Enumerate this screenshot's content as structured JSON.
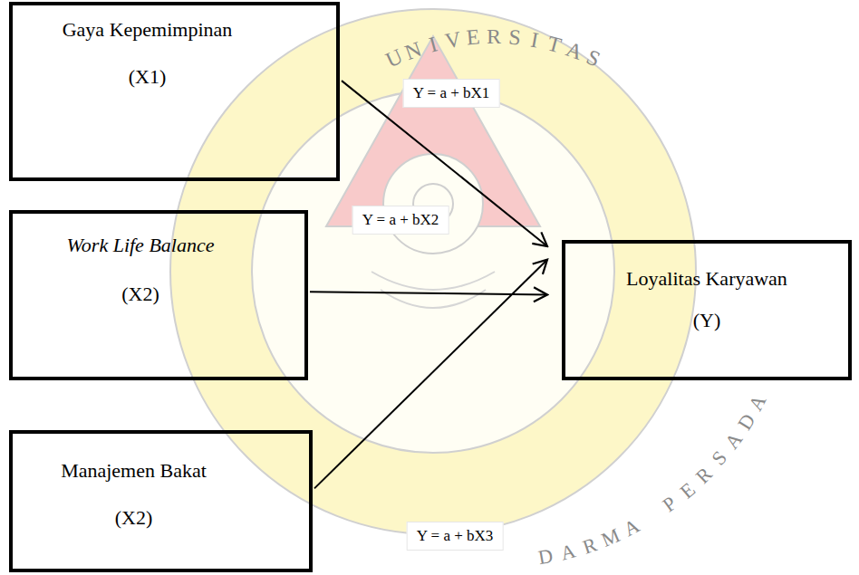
{
  "diagram": {
    "nodes": [
      {
        "text": [
          "Gaya Kepemimpinan",
          "(X1)"
        ]
      },
      {
        "text": [
          "Work Life Balance",
          "(X2)"
        ]
      },
      {
        "text": [
          "Manajemen Bakat",
          "(X2)"
        ]
      },
      {
        "text": [
          "Loyalitas Karyawan",
          "(Y)"
        ]
      }
    ],
    "edges": [
      {
        "from": 0,
        "to": 3,
        "arrow": "to",
        "label": "Y = a + bX1"
      },
      {
        "from": 1,
        "to": 3,
        "arrow": "to",
        "label": "Y = a + bX2"
      },
      {
        "from": 2,
        "to": 3,
        "arrow": "to",
        "label": "Y = a + bX3"
      }
    ],
    "labels": [
      "UNIVERSITAS",
      "DARMA PERSADA"
    ]
  }
}
